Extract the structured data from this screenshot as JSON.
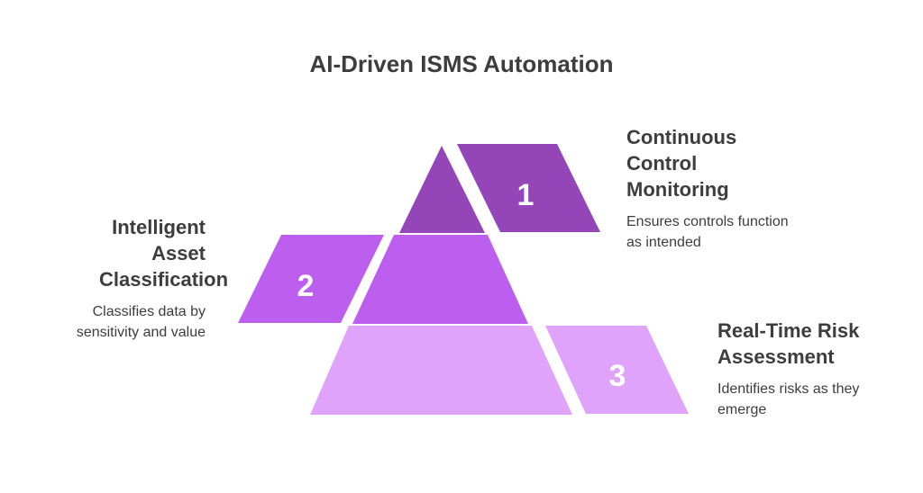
{
  "title": "AI-Driven ISMS Automation",
  "colors": {
    "level1": "#9446b8",
    "level2": "#bd5fee",
    "level3": "#dfa3fb",
    "text": "#3d3d3d"
  },
  "levels": [
    {
      "number": "1",
      "heading": "Continuous Control Monitoring",
      "description": "Ensures controls function as intended"
    },
    {
      "number": "2",
      "heading": "Intelligent Asset Classification",
      "description": "Classifies data by sensitivity and value"
    },
    {
      "number": "3",
      "heading": "Real-Time Risk Assessment",
      "description": "Identifies risks as they emerge"
    }
  ]
}
